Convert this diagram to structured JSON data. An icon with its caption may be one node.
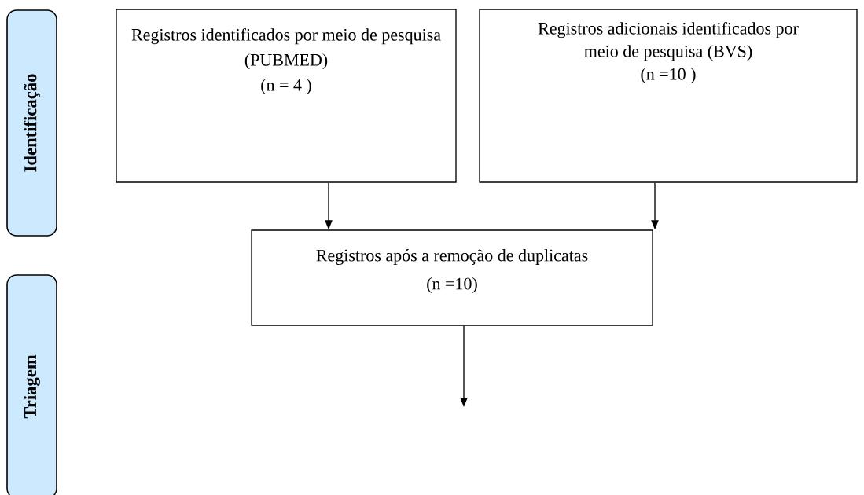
{
  "diagram": {
    "nodes": [
      {
        "text": [
          "Identificação"
        ]
      },
      {
        "text": [
          "Triagem"
        ]
      },
      {
        "text": [
          "Registros identificados por meio de pesquisa (PUBMED)",
          "(n = 4 )"
        ]
      },
      {
        "text": [
          "Registros adicionais identificados por meio de pesquisa (BVS)",
          "(n =10 )"
        ]
      },
      {
        "text": [
          "Registros após a remoção de duplicatas",
          "(n =10)"
        ]
      }
    ],
    "edges": [
      {
        "from": 2,
        "to": 4,
        "arrow": "to"
      },
      {
        "from": 3,
        "to": 4,
        "arrow": "to"
      },
      {
        "from": 4,
        "to": null,
        "arrow": "to"
      }
    ]
  }
}
